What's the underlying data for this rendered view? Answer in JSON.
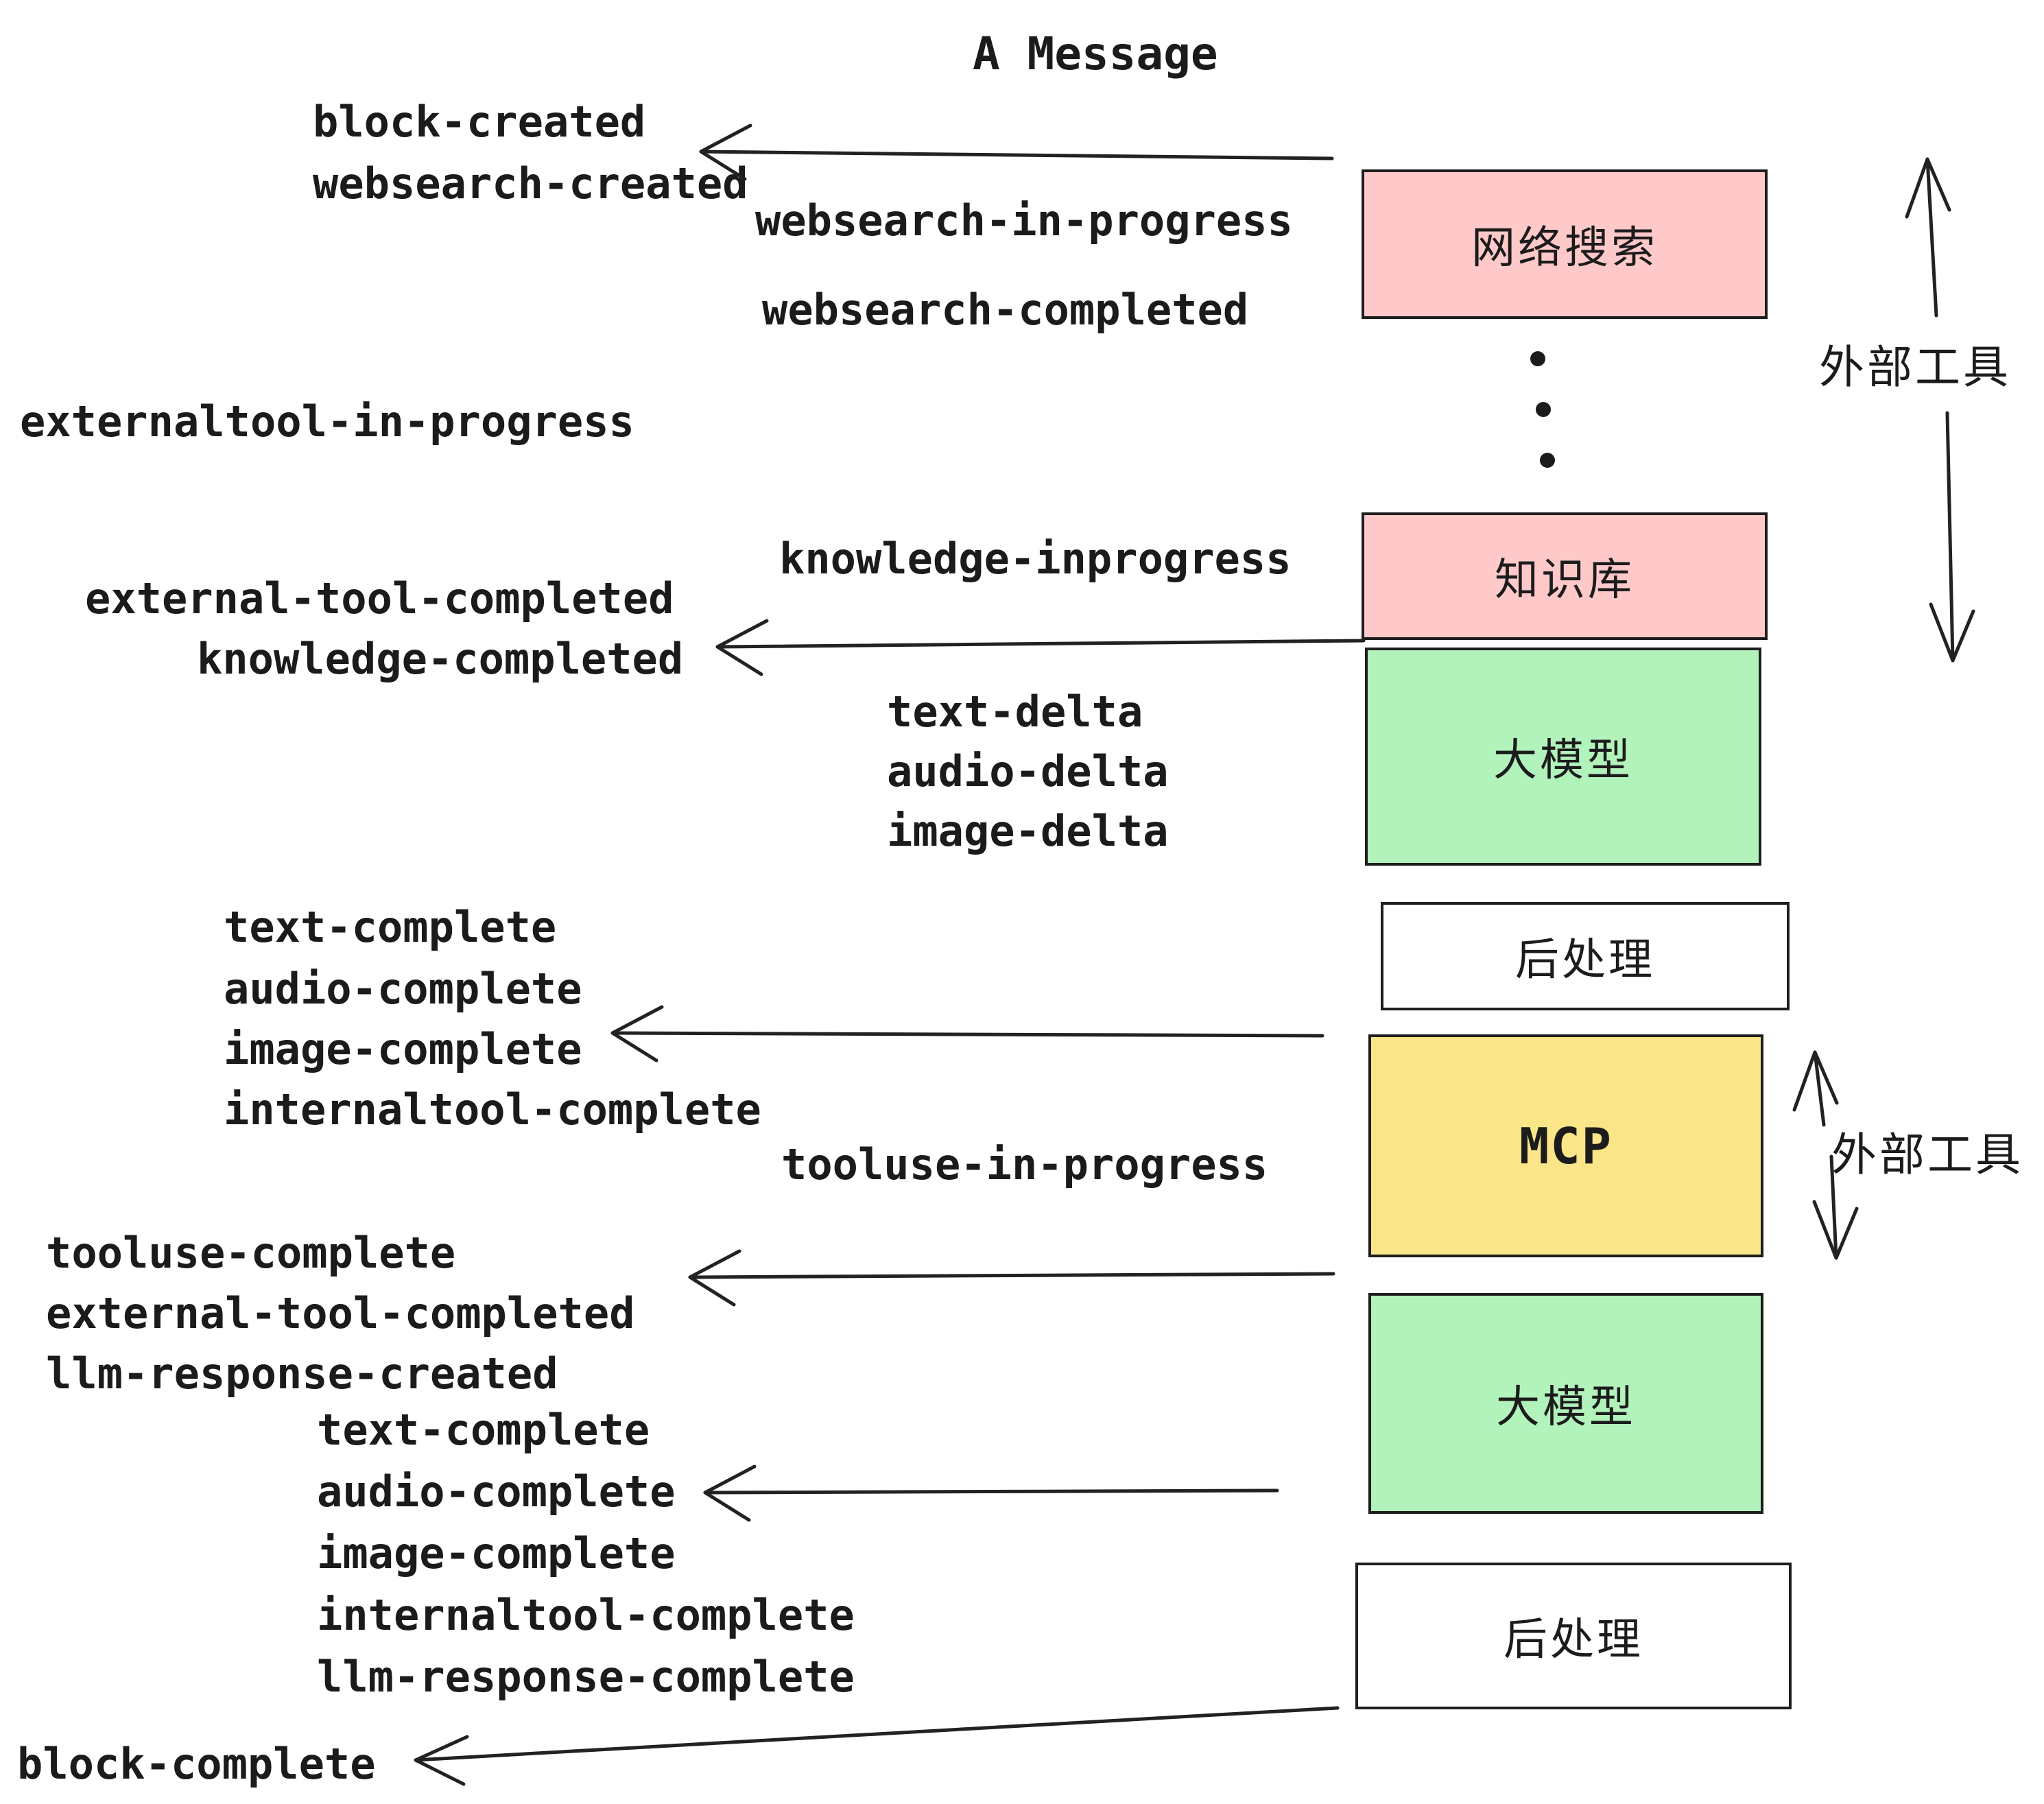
{
  "title": "A Message",
  "colors": {
    "pink": "#FFC9C9",
    "green": "#B2F2BB",
    "yellow": "#FAE588",
    "white": "#FFFFFF",
    "ink": "#1b1b1b"
  },
  "boxes": [
    {
      "id": "websearch",
      "label": "网络搜索",
      "color": "pink"
    },
    {
      "id": "knowledge",
      "label": "知识库",
      "color": "pink"
    },
    {
      "id": "llm-1",
      "label": "大模型",
      "color": "green"
    },
    {
      "id": "postprocess-1",
      "label": "后处理",
      "color": "white"
    },
    {
      "id": "mcp",
      "label": "MCP",
      "color": "yellow"
    },
    {
      "id": "llm-2",
      "label": "大模型",
      "color": "green"
    },
    {
      "id": "postprocess-2",
      "label": "后处理",
      "color": "white"
    }
  ],
  "side_labels": [
    {
      "text": "外部工具"
    },
    {
      "text": "外部工具"
    }
  ],
  "events": [
    {
      "text": "block-created"
    },
    {
      "text": "websearch-created"
    },
    {
      "text": "websearch-in-progress"
    },
    {
      "text": "websearch-completed"
    },
    {
      "text": "externaltool-in-progress"
    },
    {
      "text": "knowledge-inprogress"
    },
    {
      "text": "external-tool-completed"
    },
    {
      "text": "knowledge-completed"
    },
    {
      "text": "text-delta"
    },
    {
      "text": "audio-delta"
    },
    {
      "text": "image-delta"
    },
    {
      "text": "text-complete"
    },
    {
      "text": "audio-complete"
    },
    {
      "text": "image-complete"
    },
    {
      "text": "internaltool-complete"
    },
    {
      "text": "tooluse-in-progress"
    },
    {
      "text": "tooluse-complete"
    },
    {
      "text": "external-tool-completed"
    },
    {
      "text": "llm-response-created"
    },
    {
      "text": "text-complete"
    },
    {
      "text": "audio-complete"
    },
    {
      "text": "image-complete"
    },
    {
      "text": "internaltool-complete"
    },
    {
      "text": "llm-response-complete"
    },
    {
      "text": "block-complete"
    }
  ]
}
